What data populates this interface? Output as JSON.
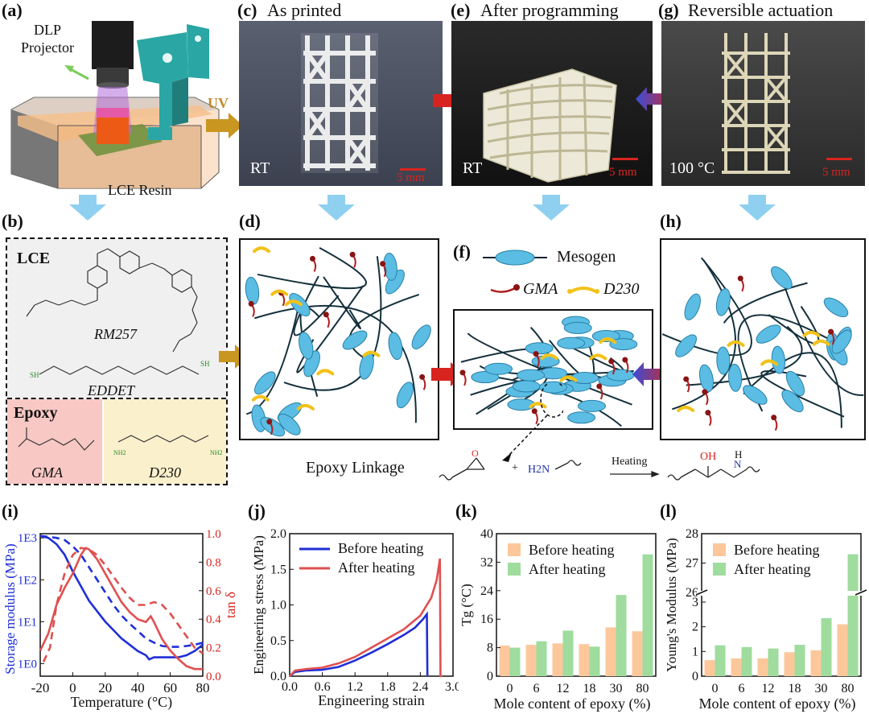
{
  "panels": {
    "a": {
      "label": "(a)",
      "projector": "DLP\nProjector",
      "resin": "LCE Resin",
      "uv": "UV"
    },
    "b": {
      "label": "(b)",
      "lce": "LCE",
      "rm257": "RM257",
      "eddet": "EDDET",
      "sh": "SH",
      "epoxy": "Epoxy",
      "gma": "GMA",
      "d230": "D230",
      "nh2": "NH2"
    },
    "c": {
      "label": "(c)",
      "title": "As printed",
      "tag": "RT",
      "scale": "5 mm"
    },
    "d": {
      "label": "(d)"
    },
    "e": {
      "label": "(e)",
      "title": "After programming",
      "tag": "RT",
      "scale": "5 mm"
    },
    "f": {
      "label": "(f)",
      "mesogen": "Mesogen",
      "gma": "GMA",
      "d230": "D230"
    },
    "g": {
      "label": "(g)",
      "title": "Reversible actuation",
      "tag": "100 °C",
      "scale": "5 mm"
    },
    "h": {
      "label": "(h)"
    },
    "linkage": {
      "title": "Epoxy Linkage",
      "plus": "+",
      "h2n": "H2N",
      "heating": "Heating",
      "oh": "OH",
      "h": "H",
      "n": "N"
    }
  },
  "colors": {
    "mesogen": "#5bbde3",
    "gma": "#b01e1e",
    "d230": "#f2c21a",
    "stress_before": "#1f2fd6",
    "stress_after": "#e05050",
    "bar_before": "#fcc89b",
    "bar_after": "#9fdc9d"
  },
  "chart_data": [
    {
      "id": "i",
      "label": "(i)",
      "type": "line",
      "xlabel": "Temperature (°C)",
      "ylabel_left": "Storage modulus (MPa)",
      "ylabel_right": "tan δ",
      "xlim": [
        -20,
        80
      ],
      "xticks": [
        "-20",
        "0",
        "20",
        "40",
        "60",
        "80"
      ],
      "yticks_left": [
        "1E0",
        "1E1",
        "1E2",
        "1E3"
      ],
      "yticks_right": [
        "0.0",
        "0.2",
        "0.4",
        "0.6",
        "0.8",
        "1.0"
      ],
      "ylim_right": [
        0,
        1
      ],
      "series": [
        {
          "axis": "left",
          "style": "solid",
          "color": "#1f2fd6",
          "x": [
            -20,
            -15,
            -10,
            -5,
            0,
            5,
            10,
            15,
            20,
            25,
            30,
            35,
            40,
            45,
            47,
            50,
            55,
            60,
            65,
            70,
            75,
            80
          ],
          "y": [
            3.05,
            3.0,
            2.85,
            2.6,
            2.2,
            1.85,
            1.5,
            1.25,
            1.0,
            0.8,
            0.6,
            0.45,
            0.3,
            0.2,
            0.1,
            0.15,
            0.15,
            0.15,
            0.15,
            0.2,
            0.3,
            0.45
          ]
        },
        {
          "axis": "left",
          "style": "dashed",
          "color": "#1f2fd6",
          "x": [
            -20,
            -10,
            -5,
            0,
            5,
            10,
            15,
            20,
            25,
            30,
            35,
            40,
            45,
            50,
            55,
            60,
            65,
            70,
            75,
            80
          ],
          "y": [
            3.05,
            3.0,
            2.95,
            2.8,
            2.6,
            2.3,
            2.0,
            1.7,
            1.4,
            1.15,
            0.95,
            0.78,
            0.6,
            0.5,
            0.42,
            0.4,
            0.4,
            0.42,
            0.45,
            0.5
          ]
        },
        {
          "axis": "right",
          "style": "solid",
          "color": "#e05050",
          "x": [
            -20,
            -15,
            -10,
            -5,
            0,
            5,
            8,
            10,
            15,
            20,
            25,
            30,
            35,
            40,
            45,
            48,
            50,
            55,
            60,
            65,
            70,
            75,
            80
          ],
          "y": [
            0.18,
            0.3,
            0.5,
            0.62,
            0.72,
            0.85,
            0.9,
            0.89,
            0.82,
            0.72,
            0.62,
            0.52,
            0.45,
            0.4,
            0.38,
            0.42,
            0.38,
            0.26,
            0.18,
            0.12,
            0.07,
            0.05,
            0.05
          ]
        },
        {
          "axis": "right",
          "style": "dashed",
          "color": "#e05050",
          "x": [
            -18,
            -14,
            -10,
            -5,
            0,
            5,
            10,
            15,
            20,
            25,
            30,
            35,
            40,
            45,
            50,
            55,
            60,
            65,
            70,
            75,
            80
          ],
          "y": [
            0.1,
            0.2,
            0.5,
            0.72,
            0.85,
            0.9,
            0.89,
            0.85,
            0.78,
            0.7,
            0.62,
            0.55,
            0.5,
            0.5,
            0.52,
            0.5,
            0.44,
            0.36,
            0.28,
            0.2,
            0.16
          ]
        }
      ]
    },
    {
      "id": "j",
      "label": "(j)",
      "type": "line",
      "xlabel": "Engineering strain",
      "ylabel": "Engineering stress (MPa)",
      "xlim": [
        0,
        3.0
      ],
      "ylim": [
        0,
        2.0
      ],
      "xticks": [
        "0.0",
        "0.6",
        "1.2",
        "1.8",
        "2.4",
        "3.0"
      ],
      "yticks": [
        "0.0",
        "0.5",
        "1.0",
        "1.5",
        "2.0"
      ],
      "series": [
        {
          "name": "Before heating",
          "color": "#1f2fd6",
          "x": [
            0,
            0.1,
            0.3,
            0.6,
            0.9,
            1.2,
            1.5,
            1.8,
            2.1,
            2.3,
            2.45,
            2.52,
            2.53
          ],
          "y": [
            0,
            0.06,
            0.08,
            0.09,
            0.13,
            0.22,
            0.33,
            0.45,
            0.58,
            0.68,
            0.8,
            0.87,
            0.0
          ]
        },
        {
          "name": "After heating",
          "color": "#e05050",
          "x": [
            0,
            0.1,
            0.3,
            0.6,
            0.9,
            1.2,
            1.5,
            1.8,
            2.1,
            2.4,
            2.6,
            2.7,
            2.76,
            2.77,
            2.8
          ],
          "y": [
            0,
            0.08,
            0.1,
            0.12,
            0.18,
            0.27,
            0.4,
            0.53,
            0.66,
            0.85,
            1.1,
            1.35,
            1.65,
            0.0,
            0.0
          ]
        }
      ]
    },
    {
      "id": "k",
      "label": "(k)",
      "type": "bar",
      "xlabel": "Mole content of epoxy (%)",
      "ylabel": "Tg (°C)",
      "categories": [
        "0",
        "6",
        "12",
        "18",
        "30",
        "80"
      ],
      "ylim": [
        0,
        40
      ],
      "yticks": [
        "0",
        "8",
        "16",
        "24",
        "32",
        "40"
      ],
      "series": [
        {
          "name": "Before heating",
          "values": [
            8.6,
            8.8,
            9.2,
            9.0,
            13.7,
            12.6
          ]
        },
        {
          "name": "After heating",
          "values": [
            8.0,
            9.8,
            12.8,
            8.3,
            22.8,
            34.2
          ]
        }
      ]
    },
    {
      "id": "l",
      "label": "(l)",
      "type": "bar",
      "xlabel": "Mole content of epoxy (%)",
      "ylabel": "Young's Modulus (MPa)",
      "categories": [
        "0",
        "6",
        "12",
        "18",
        "30",
        "80"
      ],
      "axis_break": true,
      "ylim_lower": [
        0,
        3
      ],
      "ylim_upper": [
        26,
        28
      ],
      "yticks": [
        "0",
        "1",
        "2",
        "3",
        "26",
        "27",
        "28"
      ],
      "series": [
        {
          "name": "Before heating",
          "values": [
            0.65,
            0.72,
            0.72,
            0.97,
            1.05,
            2.1
          ]
        },
        {
          "name": "After heating",
          "values": [
            1.25,
            1.18,
            1.12,
            1.27,
            2.35,
            27.3
          ]
        }
      ]
    }
  ]
}
